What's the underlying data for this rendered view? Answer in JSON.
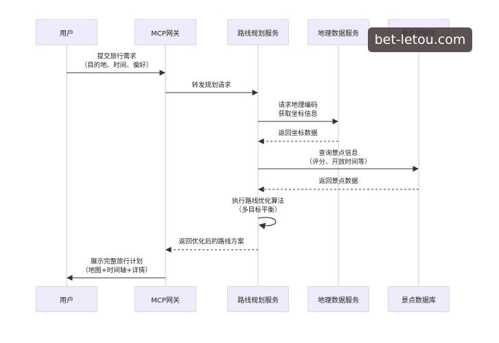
{
  "participants": [
    "用户",
    "MCP网关",
    "路线规划服务",
    "地理数据服务",
    "景点数据库"
  ],
  "messages": [
    {
      "from": 0,
      "to": 1,
      "lines": [
        "提交旅行需求",
        "（目的地、时间、偏好）"
      ],
      "style": "solid"
    },
    {
      "from": 1,
      "to": 2,
      "lines": [
        "转发规划请求"
      ],
      "style": "solid"
    },
    {
      "from": 2,
      "to": 3,
      "lines": [
        "请求地理编码",
        "获取坐标信息"
      ],
      "style": "solid"
    },
    {
      "from": 3,
      "to": 2,
      "lines": [
        "返回坐标数据"
      ],
      "style": "dashed"
    },
    {
      "from": 2,
      "to": 4,
      "lines": [
        "查询景点信息",
        "（评分、开放时间等）"
      ],
      "style": "solid"
    },
    {
      "from": 4,
      "to": 2,
      "lines": [
        "返回景点数据"
      ],
      "style": "dashed"
    },
    {
      "from": 2,
      "to": 2,
      "lines": [
        "执行路线优化算法",
        "（多目标平衡）"
      ],
      "style": "self"
    },
    {
      "from": 2,
      "to": 1,
      "lines": [
        "返回优化后的路线方案"
      ],
      "style": "dashed"
    },
    {
      "from": 1,
      "to": 0,
      "lines": [
        "展示完整旅行计划",
        "（地图+时间轴+详情）"
      ],
      "style": "solid"
    }
  ],
  "watermark": "bet-letou.com",
  "colors": {
    "line": "#333333",
    "lifeline": "#c9c9d6",
    "box_fill": "#ececfb"
  }
}
